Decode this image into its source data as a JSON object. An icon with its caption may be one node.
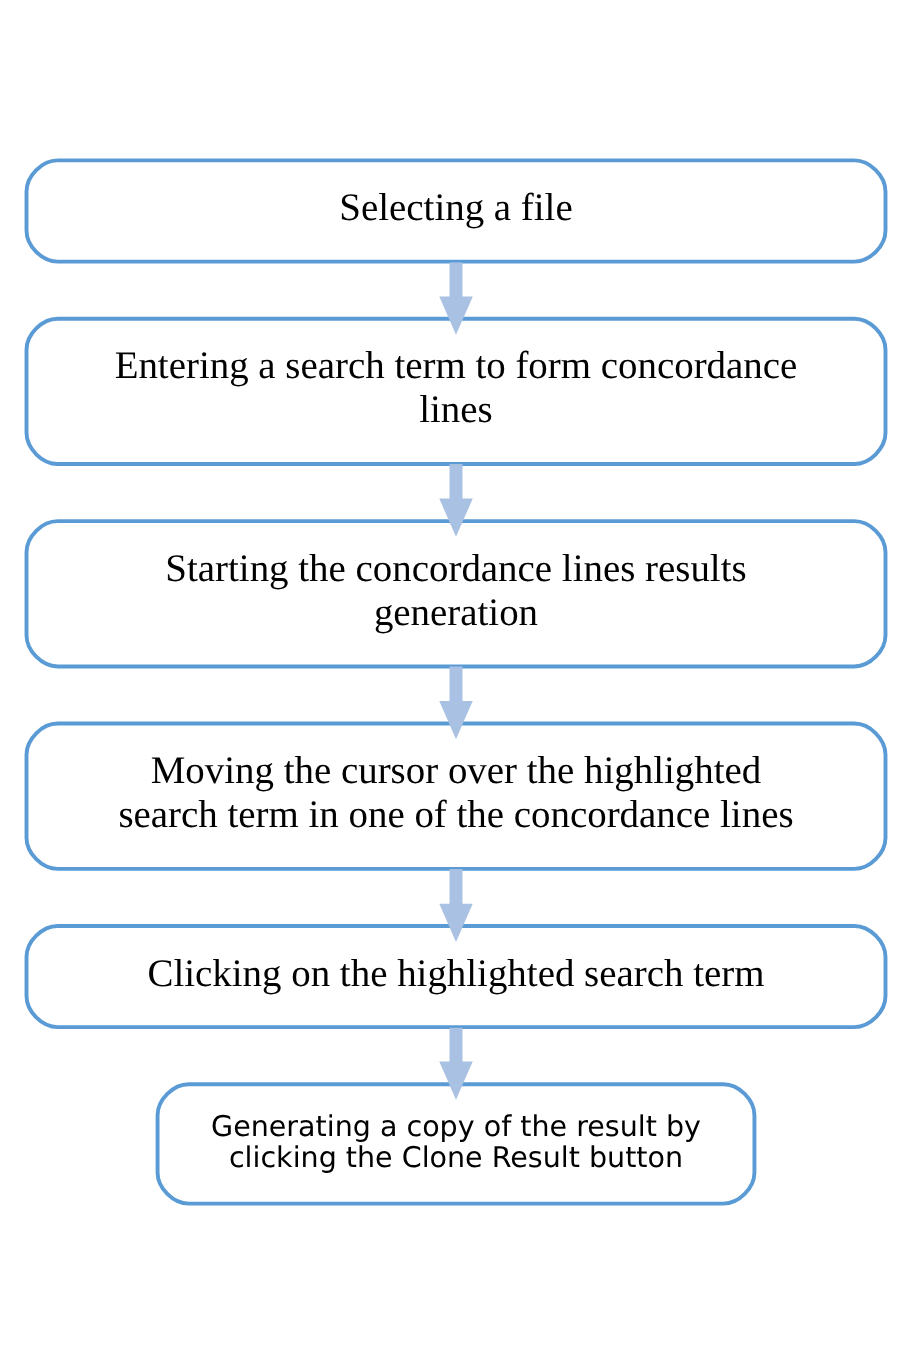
{
  "diagram": {
    "nodes": [
      {
        "text": [
          "Selecting a file"
        ]
      },
      {
        "text": [
          "Entering a search term to form concordance lines"
        ]
      },
      {
        "text": [
          "Starting the concordance lines results generation"
        ]
      },
      {
        "text": [
          "Moving the cursor over the highlighted search term in one of the concordance lines"
        ]
      },
      {
        "text": [
          "Clicking on the highlighted search term"
        ]
      },
      {
        "text": [
          "Generating a copy of the result by clicking the Clone Result button"
        ]
      }
    ],
    "edges": [
      {
        "from": 0,
        "to": 1,
        "arrow": "to"
      },
      {
        "from": 1,
        "to": 2,
        "arrow": "to"
      },
      {
        "from": 2,
        "to": 3,
        "arrow": "to"
      },
      {
        "from": 3,
        "to": 4,
        "arrow": "to"
      },
      {
        "from": 4,
        "to": 5,
        "arrow": "to"
      }
    ]
  }
}
